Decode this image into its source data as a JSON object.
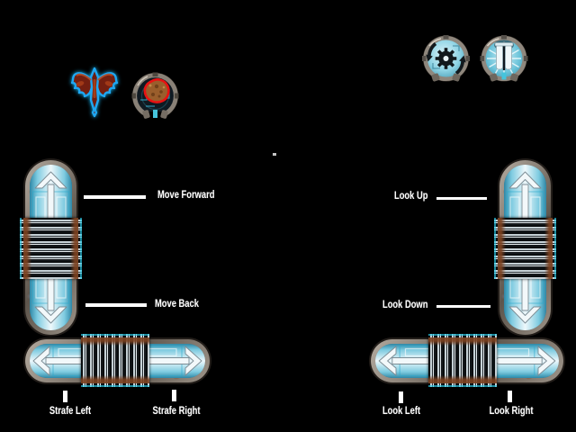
{
  "screen": {
    "background": "#000000"
  },
  "icons": [
    {
      "name": "phoenix-emblem-icon"
    },
    {
      "name": "scan-target-icon"
    },
    {
      "name": "rotate-gear-icon"
    },
    {
      "name": "twin-pillar-icon"
    }
  ],
  "controls": {
    "move_stick": {
      "forward": "Move Forward",
      "back": "Move Back",
      "strafe_left": "Strafe Left",
      "strafe_right": "Strafe Right"
    },
    "look_stick": {
      "up": "Look Up",
      "down": "Look Down",
      "left": "Look Left",
      "right": "Look Right"
    }
  },
  "colors": {
    "background": "#000000",
    "label_text": "#ffffff",
    "capsule_cyan": "#7ecbe0",
    "capsule_highlight": "#eef8fb",
    "metal_frame": "#8a8177",
    "rust": "#7d4220",
    "glow_blue": "#1fb0f4",
    "emblem_red": "#6d1b0d",
    "blob_brown": "#9a5e2c",
    "blob_outline_red": "#e81212",
    "glyph_black": "#12191d",
    "coil_light": "#c6d1d6",
    "coil_dark": "#0a0d0f"
  }
}
